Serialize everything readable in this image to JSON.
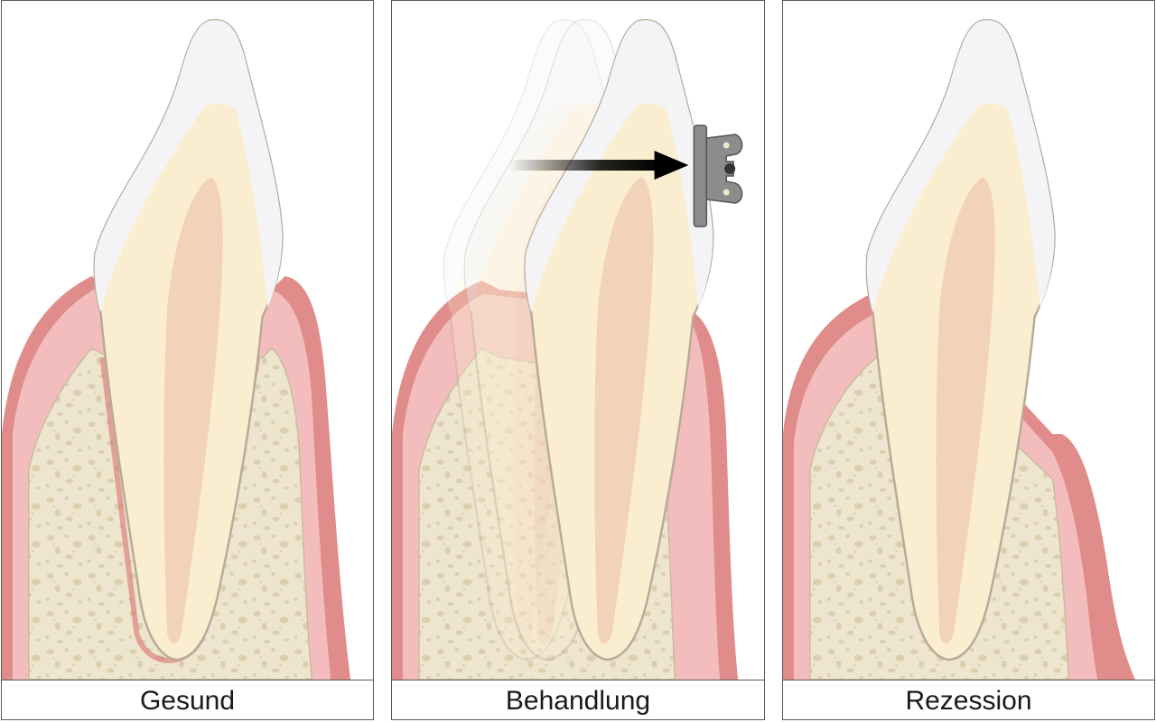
{
  "panels": [
    {
      "label": "Gesund"
    },
    {
      "label": "Behandlung"
    },
    {
      "label": "Rezession"
    }
  ],
  "colors": {
    "gum_outer": "#e08c8a",
    "gum_inner": "#f2bdbc",
    "bone": "#eee5cf",
    "bone_pores": "#dccfae",
    "enamel": "#f4f4f6",
    "dentin": "#fbeed0",
    "pulp": "#f1cdb6",
    "outline": "#b9ab9a",
    "ligament": "#d96a6a",
    "arrow": "#000000",
    "bracket": "#8c8c8c"
  }
}
